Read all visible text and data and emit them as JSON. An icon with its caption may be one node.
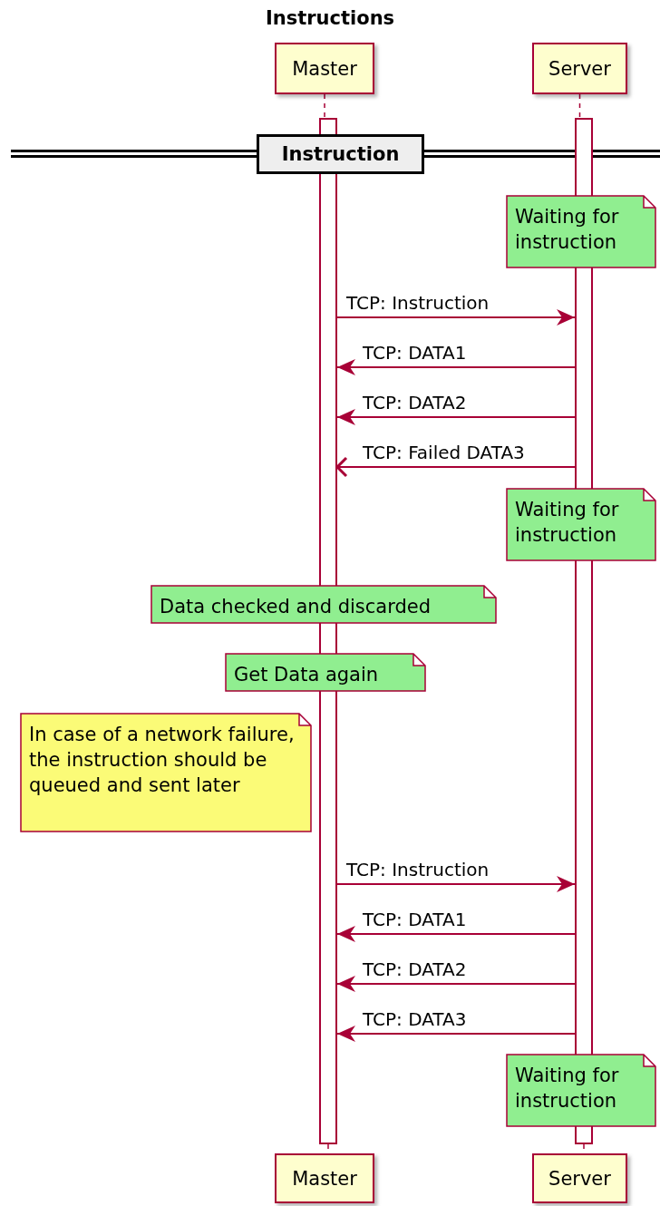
{
  "diagram": {
    "title": "Instructions",
    "nodes": [
      {
        "text": [
          "Master"
        ]
      },
      {
        "text": [
          "Server"
        ]
      },
      {
        "text": [],
        "shape": "bar"
      },
      {
        "text": [],
        "shape": "bar"
      },
      {
        "text": [
          "Instruction"
        ]
      },
      {
        "text": [
          "Waiting for instruction"
        ]
      },
      {
        "text": [
          "Waiting for instruction"
        ]
      },
      {
        "text": [
          "Data checked and discarded"
        ]
      },
      {
        "text": [
          "Get Data again"
        ]
      },
      {
        "text": [
          "In case of a network failure, the instruction should be queued and sent later"
        ]
      },
      {
        "text": [
          "Waiting for instruction"
        ]
      },
      {
        "text": [
          "Master"
        ]
      },
      {
        "text": [
          "Server"
        ]
      }
    ],
    "edges": [
      {
        "from": 0,
        "to": 2,
        "arrow": "none",
        "style": "dashed"
      },
      {
        "from": 2,
        "to": 11,
        "arrow": "none",
        "style": "dashed"
      },
      {
        "from": 1,
        "to": 3,
        "arrow": "none",
        "style": "dashed"
      },
      {
        "from": 3,
        "to": 12,
        "arrow": "none",
        "style": "dashed"
      },
      {
        "from": 2,
        "to": 3,
        "arrow": "to",
        "label": "TCP: Instruction"
      },
      {
        "from": 3,
        "to": 2,
        "arrow": "to",
        "label": "TCP: DATA1"
      },
      {
        "from": 3,
        "to": 2,
        "arrow": "to",
        "label": "TCP: DATA2"
      },
      {
        "from": 3,
        "to": 2,
        "arrow": "other",
        "label": "TCP: Failed DATA3"
      },
      {
        "from": 2,
        "to": 3,
        "arrow": "to",
        "label": "TCP: Instruction"
      },
      {
        "from": 3,
        "to": 2,
        "arrow": "to",
        "label": "TCP: DATA1"
      },
      {
        "from": 3,
        "to": 2,
        "arrow": "to",
        "label": "TCP: DATA2"
      },
      {
        "from": 3,
        "to": 2,
        "arrow": "to",
        "label": "TCP: DATA3"
      }
    ]
  }
}
